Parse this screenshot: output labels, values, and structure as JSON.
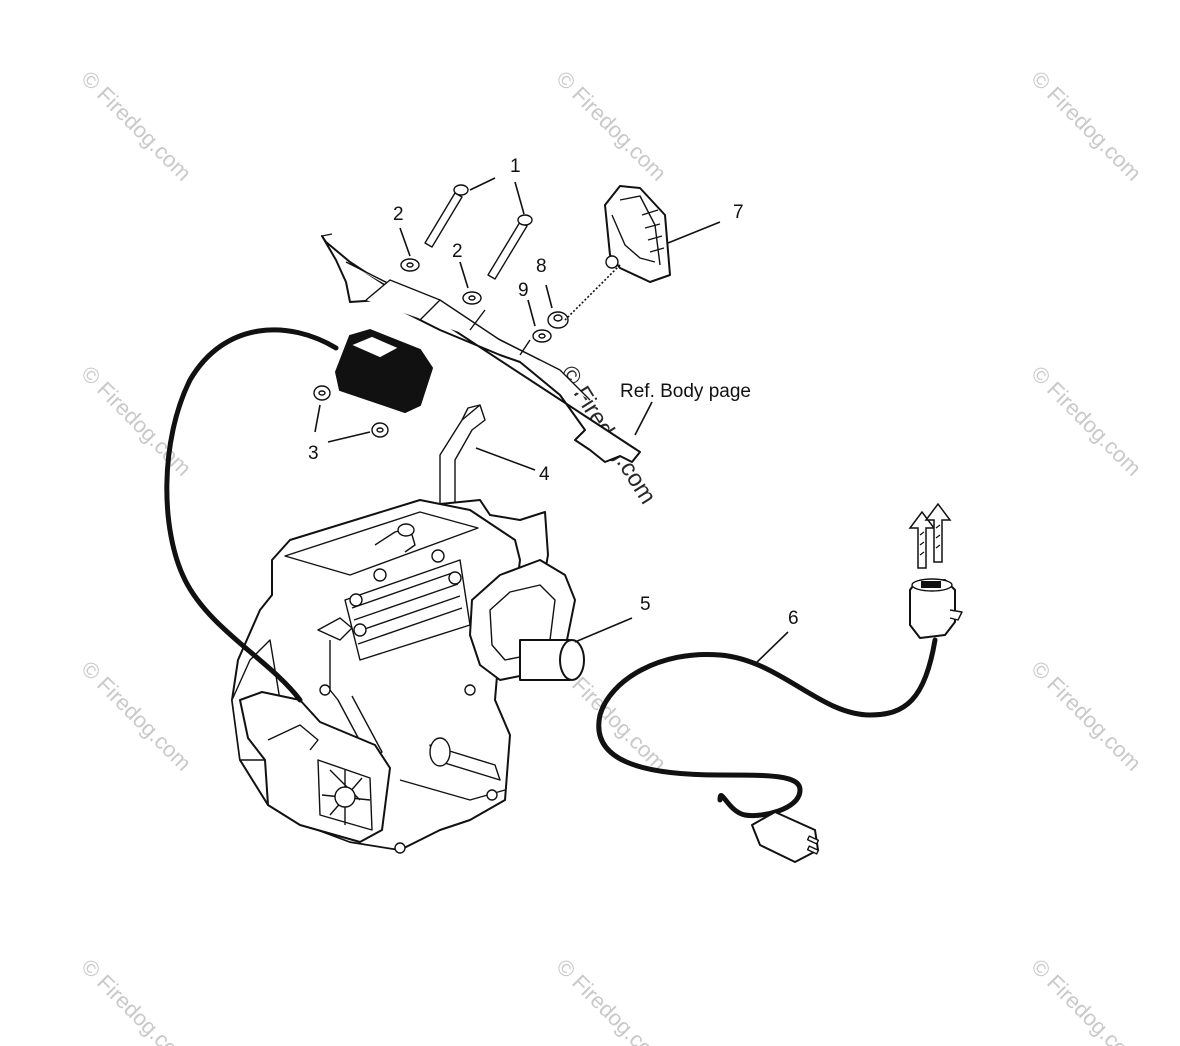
{
  "diagram": {
    "callouts": [
      "1",
      "2",
      "2",
      "3",
      "4",
      "5",
      "6",
      "7",
      "8",
      "9"
    ],
    "reference_note": "Ref.  Body page"
  },
  "watermark": {
    "text": "© Firedog.com"
  },
  "icons": {
    "electric_starter_motor": "electric-starter-icon",
    "engine": "engine-icon",
    "extension_cord": "extension-cord-icon",
    "starter_button": "starter-button-icon",
    "arrows_up": "double-up-arrow-icon"
  }
}
